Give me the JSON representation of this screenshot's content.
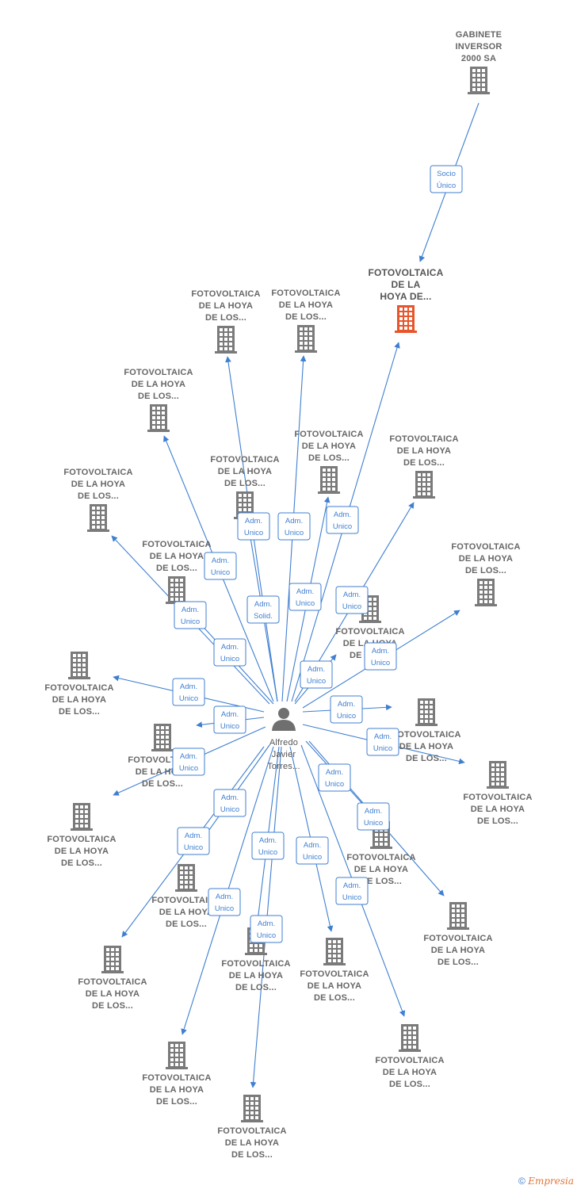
{
  "diagram": {
    "accent_color": "#3f7fd1",
    "building_color": "#7a7a7a",
    "focus_color": "#e8552a",
    "person_color": "#6f6f6f",
    "nodes": [
      {
        "id": "n0",
        "kind": "company",
        "icon": "building-icon",
        "lines": [
          "GABINETE",
          "INVERSOR",
          "2000 SA"
        ]
      },
      {
        "id": "n1",
        "kind": "focus",
        "icon": "building-icon",
        "lines": [
          "FOTOVOLTAICA",
          "DE LA",
          "HOYA DE..."
        ]
      },
      {
        "id": "p",
        "kind": "person",
        "icon": "person-icon",
        "lines": [
          "Alfredo",
          "Javier",
          "Torres..."
        ]
      },
      {
        "id": "n2",
        "kind": "company",
        "icon": "building-icon",
        "lines": [
          "FOTOVOLTAICA",
          "DE LA HOYA",
          "DE LOS..."
        ]
      },
      {
        "id": "n3",
        "kind": "company",
        "icon": "building-icon",
        "lines": [
          "FOTOVOLTAICA",
          "DE LA HOYA",
          "DE LOS..."
        ]
      },
      {
        "id": "n4",
        "kind": "company",
        "icon": "building-icon",
        "lines": [
          "FOTOVOLTAICA",
          "DE LA HOYA",
          "DE LOS..."
        ]
      },
      {
        "id": "n5",
        "kind": "company",
        "icon": "building-icon",
        "lines": [
          "FOTOVOLTAICA",
          "DE LA HOYA",
          "DE LOS..."
        ]
      },
      {
        "id": "n6",
        "kind": "company",
        "icon": "building-icon",
        "lines": [
          "FOTOVOLTAICA",
          "DE LA HOYA",
          "DE LOS..."
        ]
      },
      {
        "id": "n7",
        "kind": "company",
        "icon": "building-icon",
        "lines": [
          "FOTOVOLTAICA",
          "DE LA HOYA",
          "DE LOS..."
        ]
      },
      {
        "id": "n8",
        "kind": "company",
        "icon": "building-icon",
        "lines": [
          "FOTOVOLTAICA",
          "DE LA HOYA",
          "DE LOS..."
        ]
      },
      {
        "id": "n9",
        "kind": "company",
        "icon": "building-icon",
        "lines": [
          "FOTOVOLTAICA",
          "DE LA HOYA",
          "DE LOS..."
        ]
      },
      {
        "id": "n10",
        "kind": "company",
        "icon": "building-icon",
        "lines": [
          "FOTOVOLTAICA",
          "DE LA HOYA",
          "DE LOS..."
        ]
      },
      {
        "id": "n11",
        "kind": "company",
        "icon": "building-icon",
        "lines": [
          "FOTOVOLTAICA",
          "DE LA HOYA",
          "DE LOS..."
        ]
      },
      {
        "id": "n12",
        "kind": "company",
        "icon": "building-icon",
        "lines": [
          "FOTOVOLTAICA",
          "DE LA HOYA",
          "DE LOS..."
        ]
      },
      {
        "id": "n13",
        "kind": "company",
        "icon": "building-icon",
        "lines": [
          "FOTOVOLTAICA",
          "DE LA HOYA",
          "DE LOS..."
        ]
      },
      {
        "id": "n14",
        "kind": "company",
        "icon": "building-icon",
        "lines": [
          "FOTOVOLTAICA",
          "DE LA HOYA",
          "DE LOS..."
        ]
      },
      {
        "id": "n15",
        "kind": "company",
        "icon": "building-icon",
        "lines": [
          "FOTOVOLTAICA",
          "DE LA HOYA",
          "DE LOS..."
        ]
      },
      {
        "id": "n16",
        "kind": "company",
        "icon": "building-icon",
        "lines": [
          "FOTOVOLTAICA",
          "DE LA HOYA",
          "DE LOS..."
        ]
      },
      {
        "id": "n17",
        "kind": "company",
        "icon": "building-icon",
        "lines": [
          "FOTOVOLTAICA",
          "DE LA HOYA",
          "DE LOS..."
        ]
      },
      {
        "id": "n18",
        "kind": "company",
        "icon": "building-icon",
        "lines": [
          "FOTOVOLTAICA",
          "DE LA HOYA",
          "DE LOS..."
        ]
      },
      {
        "id": "n19",
        "kind": "company",
        "icon": "building-icon",
        "lines": [
          "FOTOVOLTAICA",
          "DE LA HOYA",
          "DE LOS..."
        ]
      },
      {
        "id": "n20",
        "kind": "company",
        "icon": "building-icon",
        "lines": [
          "FOTOVOLTAICA",
          "DE LA HOYA",
          "DE LOS..."
        ]
      },
      {
        "id": "n21",
        "kind": "company",
        "icon": "building-icon",
        "lines": [
          "FOTOVOLTAICA",
          "DE LA HOYA",
          "DE LOS..."
        ]
      },
      {
        "id": "n22",
        "kind": "company",
        "icon": "building-icon",
        "lines": [
          "FOTOVOLTAICA",
          "DE LA HOYA",
          "DE LOS..."
        ]
      },
      {
        "id": "n23",
        "kind": "company",
        "icon": "building-icon",
        "lines": [
          "FOTOVOLTAICA",
          "DE LA HOYA",
          "DE LOS..."
        ]
      },
      {
        "id": "n24",
        "kind": "company",
        "icon": "building-icon",
        "lines": [
          "FOTOVOLTAICA",
          "DE LA HOYA",
          "DE LOS..."
        ]
      },
      {
        "id": "n25",
        "kind": "company",
        "icon": "building-icon",
        "lines": [
          "FOTOVOLTAICA",
          "DE LA HOYA",
          "DE LOS..."
        ]
      }
    ],
    "edges": [
      {
        "from": "n0",
        "to": "n1",
        "lines": [
          "Socio",
          "Único"
        ]
      },
      {
        "from": "p",
        "to": "n1",
        "lines": [
          "Adm.",
          "Unico"
        ]
      },
      {
        "from": "p",
        "to": "n2",
        "lines": [
          "Adm.",
          "Unico"
        ]
      },
      {
        "from": "p",
        "to": "n3",
        "lines": [
          "Adm.",
          "Unico"
        ]
      },
      {
        "from": "p",
        "to": "n4",
        "lines": [
          "Adm.",
          "Unico"
        ]
      },
      {
        "from": "p",
        "to": "n5",
        "lines": [
          "Adm.",
          "Unico"
        ]
      },
      {
        "from": "p",
        "to": "n6",
        "lines": [
          "Adm.",
          "Solid."
        ]
      },
      {
        "from": "p",
        "to": "n7",
        "lines": [
          "Adm.",
          "Unico"
        ]
      },
      {
        "from": "p",
        "to": "n8",
        "lines": [
          "Adm.",
          "Unico"
        ]
      },
      {
        "from": "p",
        "to": "n9",
        "lines": [
          "Adm.",
          "Unico"
        ]
      },
      {
        "from": "p",
        "to": "n10",
        "lines": [
          "Adm.",
          "Unico"
        ]
      },
      {
        "from": "p",
        "to": "n11",
        "lines": [
          "Adm.",
          "Unico"
        ]
      },
      {
        "from": "p",
        "to": "n12",
        "lines": [
          "Adm.",
          "Unico"
        ]
      },
      {
        "from": "p",
        "to": "n13",
        "lines": [
          "Adm.",
          "Unico"
        ]
      },
      {
        "from": "p",
        "to": "n14",
        "lines": [
          "Adm.",
          "Unico"
        ]
      },
      {
        "from": "p",
        "to": "n15",
        "lines": [
          "Adm.",
          "Unico"
        ]
      },
      {
        "from": "p",
        "to": "n16",
        "lines": [
          "Adm.",
          "Unico"
        ]
      },
      {
        "from": "p",
        "to": "n17",
        "lines": [
          "Adm.",
          "Unico"
        ]
      },
      {
        "from": "p",
        "to": "n18",
        "lines": [
          "Adm.",
          "Unico"
        ]
      },
      {
        "from": "p",
        "to": "n19",
        "lines": [
          "Adm.",
          "Unico"
        ]
      },
      {
        "from": "p",
        "to": "n20",
        "lines": [
          "Adm.",
          "Unico"
        ]
      },
      {
        "from": "p",
        "to": "n21",
        "lines": [
          "Adm.",
          "Unico"
        ]
      },
      {
        "from": "p",
        "to": "n22",
        "lines": [
          "Adm.",
          "Unico"
        ]
      },
      {
        "from": "p",
        "to": "n23",
        "lines": [
          "Adm.",
          "Unico"
        ]
      },
      {
        "from": "p",
        "to": "n24",
        "lines": [
          "Adm.",
          "Unico"
        ]
      },
      {
        "from": "p",
        "to": "n25",
        "lines": [
          "Adm.",
          "Unico"
        ]
      }
    ]
  },
  "footer": {
    "copyright": "©",
    "brand": "Empresia"
  }
}
